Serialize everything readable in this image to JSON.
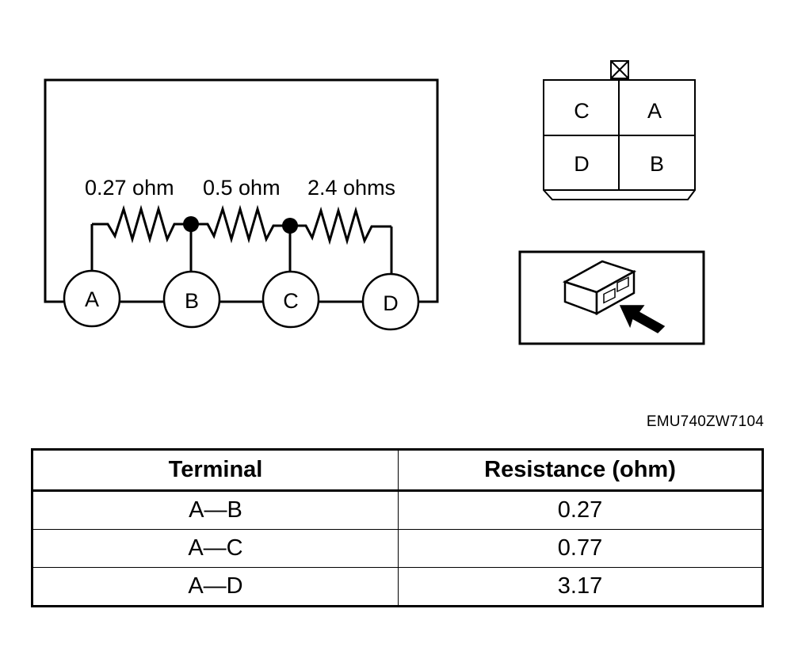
{
  "circuit": {
    "resistors": [
      {
        "label": "0.27 ohm"
      },
      {
        "label": "0.5 ohm"
      },
      {
        "label": "2.4 ohms"
      }
    ],
    "terminals": [
      "A",
      "B",
      "C",
      "D"
    ]
  },
  "connector": {
    "pins": {
      "top_left": "C",
      "top_right": "A",
      "bottom_left": "D",
      "bottom_right": "B"
    }
  },
  "figure_code": "EMU740ZW7104",
  "table": {
    "headers": [
      "Terminal",
      "Resistance (ohm)"
    ],
    "rows": [
      {
        "terminal": "A—B",
        "resistance": "0.27"
      },
      {
        "terminal": "A—C",
        "resistance": "0.77"
      },
      {
        "terminal": "A—D",
        "resistance": "3.17"
      }
    ]
  }
}
